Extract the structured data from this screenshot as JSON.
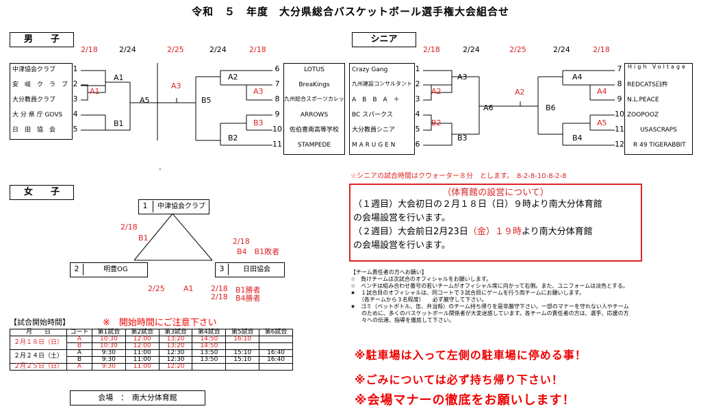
{
  "title": "令和　５　年度　大分県総合バスケットボール選手権大会組合せ",
  "men": {
    "label": "男　　子",
    "dates": [
      "2/18",
      "2/24",
      "2/25",
      "2/24",
      "2/18"
    ],
    "left_teams": [
      {
        "name": "中津協会クラブ",
        "seed": "1"
      },
      {
        "name": "安　岐　ク　ラ　ブ",
        "seed": "2"
      },
      {
        "name": "大分教員クラブ",
        "seed": "3"
      },
      {
        "name": "大 分 県 庁 GOVS",
        "seed": "4"
      },
      {
        "name": "日　田　協　会",
        "seed": "5"
      }
    ],
    "right_teams": [
      {
        "name": "LOTUS",
        "seed": "6"
      },
      {
        "name": "BreaKings",
        "seed": "7"
      },
      {
        "name": "九州総合スポーツカレッジ",
        "seed": "8"
      },
      {
        "name": "ARROWS",
        "seed": "9"
      },
      {
        "name": "佐伯豊南高等学校",
        "seed": "10"
      },
      {
        "name": "STAMPEDE",
        "seed": "11"
      }
    ],
    "codes": {
      "A1a": "A1",
      "A1b": "A1",
      "B1": "B1",
      "A5": "A5",
      "A3": "A3",
      "B5": "B5",
      "A2": "A2",
      "A3b": "A3",
      "B3": "B3",
      "B2": "B2"
    },
    "mark": "''"
  },
  "senior": {
    "label": "シニア",
    "dates": [
      "2/18",
      "2/24",
      "2/25",
      "2/24",
      "2/18"
    ],
    "left_teams": [
      {
        "name": "Crazy Gang",
        "seed": "1"
      },
      {
        "name": "九州建設コンサルタント",
        "seed": "2"
      },
      {
        "name": "A　B　B　A　＋",
        "seed": "3"
      },
      {
        "name": "BC スパークス",
        "seed": "4"
      },
      {
        "name": "大分教員シニア",
        "seed": "5"
      },
      {
        "name": "M A R U G E N",
        "seed": "6"
      }
    ],
    "right_teams": [
      {
        "name": "High Voltage",
        "seed": "7"
      },
      {
        "name": "REDCATS臼杵",
        "seed": "8"
      },
      {
        "name": "N.L.PEACE",
        "seed": "9"
      },
      {
        "name": "ZOOPOOZ",
        "seed": "10"
      },
      {
        "name": "USASCRAPS",
        "seed": "11"
      },
      {
        "name": "R 49 TIGERABBIT",
        "seed": "12"
      }
    ],
    "codes": {
      "A3": "A3",
      "A2": "A2",
      "B2": "B2",
      "B3": "B3",
      "A6": "A6",
      "A2c": "A2",
      "B6": "B6",
      "A4": "A4",
      "A4b": "A4",
      "A5": "A5",
      "B4": "B4"
    },
    "note": "☆シニアの試合時間はクウォーター８分　とします。　8-2-8-10-8-2-8"
  },
  "women": {
    "label": "女　　子",
    "teams": [
      {
        "seed": "1",
        "name": "中津協会クラブ"
      },
      {
        "seed": "2",
        "name": "明豊OG"
      },
      {
        "seed": "3",
        "name": "日田協会"
      }
    ],
    "left_date": "2/18",
    "left_code": "B1",
    "right_date": "2/18",
    "right_code": "B4　B1敗者",
    "bottom": [
      {
        "date": "2/25",
        "code": "A1"
      },
      {
        "date": "2/18",
        "code": "B1勝者"
      },
      {
        "date": "2/18",
        "code": "B4勝者"
      }
    ]
  },
  "notice": {
    "title": "（体育館の設営について）",
    "lines": [
      {
        "pre": "（１週目）大会初日の２月１８日（日）９時より南大分体育館",
        "red": "",
        "post": ""
      },
      {
        "pre": "の会場設営を行います。",
        "red": "",
        "post": ""
      },
      {
        "pre": "（２週目）大会前日2月23日",
        "red": "（金）１９時",
        "post": "より南大分体育館"
      },
      {
        "pre": "の会場設営を行います。",
        "red": "",
        "post": ""
      }
    ]
  },
  "rules": {
    "heading": "【チーム責任者の方へお願い】",
    "items": [
      "☆　負けチームは次試合のオフィシャルをお願いします。",
      "☆　ベンチは組み合わせ番号の若いチームがオフィシャル席に向かって右側。また、ユニフォームは淡色とする。",
      "★　１試合目のオフィシャルは、同コートで３試合目にゲームを行う両チームにお願いします。",
      "　　（各チームから３名程度）　　必ず厳守して下さい。",
      "★　ゴミ（ペットボトル、缶、弁当殻）のチーム持ち帰りを是非厳守下さい。一部のマナーを守れない人やチーム",
      "　　のために、多くのバスケットボール関係者が大変迷惑しています。各チームの責任者の方は、選手、応援の方",
      "　　々への伝達、指導を徹底して下さい。"
    ]
  },
  "schedule": {
    "heading": "【試合開始時間】",
    "caution": "※　開始時間にご注意下さい",
    "headers": [
      "月　　日",
      "コート",
      "第1試合",
      "第2試合",
      "第3試合",
      "第4試合",
      "第5試合",
      "第6試合"
    ],
    "rows": [
      {
        "date": "２月１８日（日）",
        "court": "A",
        "times": [
          "10:30",
          "12:00",
          "13:20",
          "14:50",
          "16:10",
          ""
        ],
        "red": true
      },
      {
        "date": "",
        "court": "B",
        "times": [
          "10:30",
          "12:00",
          "13:20",
          "14:50",
          "",
          ""
        ],
        "red": true
      },
      {
        "date": "２月２４日（土）",
        "court": "A",
        "times": [
          "9:30",
          "11:00",
          "12:30",
          "13:50",
          "15:10",
          "16:40"
        ],
        "red": false
      },
      {
        "date": "",
        "court": "B",
        "times": [
          "9:30",
          "11:00",
          "12:30",
          "13:50",
          "15:10",
          "16:40"
        ],
        "red": false
      },
      {
        "date": "２月２５日（日）",
        "court": "A",
        "times": [
          "9:30",
          "11:00",
          "12:20",
          "",
          "",
          ""
        ],
        "red": true
      }
    ]
  },
  "venue": {
    "label": "会場　：　南大分体育館"
  },
  "warnings": [
    "※駐車場は入って左側の駐車場に停める事！",
    "※ごみについては必ず持ち帰り下さい！",
    "※会場マナーの徹底をお願いします！"
  ],
  "colors": {
    "red": "#dd2222",
    "warn": "#ee0000"
  }
}
